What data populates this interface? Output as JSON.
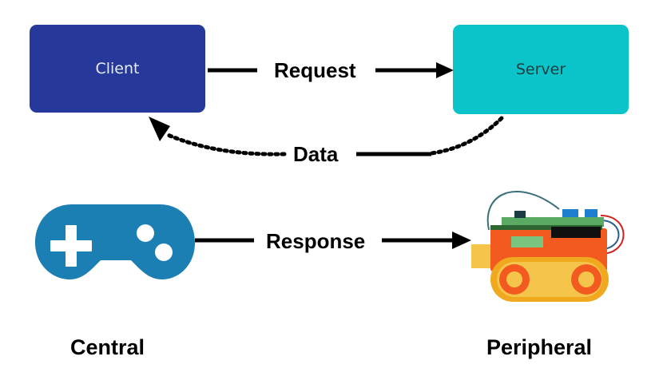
{
  "top_row": {
    "client_label": "Client",
    "server_label": "Server",
    "request_label": "Request",
    "data_label": "Data"
  },
  "bottom_row": {
    "response_label": "Response",
    "central_label": "Central",
    "peripheral_label": "Peripheral"
  },
  "colors": {
    "client_fill": "#26399b",
    "server_fill": "#0bc4c9",
    "gamepad_fill": "#1b7fb4",
    "robot_body": "#f25a1f",
    "robot_track": "#f0a81e",
    "arrow": "#000000"
  },
  "icons": {
    "central": "gamepad-icon",
    "peripheral": "robot-car-icon"
  }
}
